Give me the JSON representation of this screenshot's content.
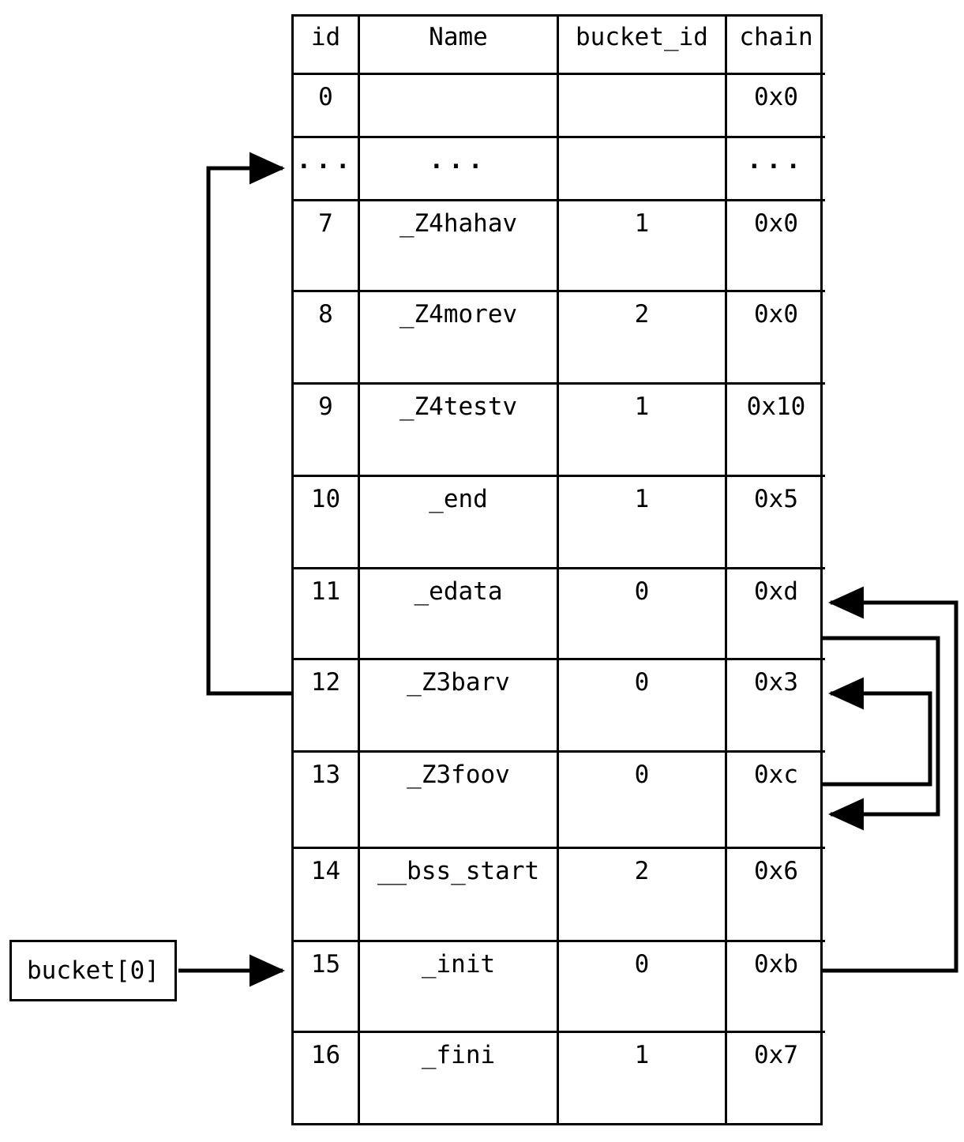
{
  "diagram": {
    "title_hidden": "ELF hash table symbol chain diagram",
    "stroke_color": "#000000",
    "background_color": "#ffffff"
  },
  "bucket": {
    "label": "bucket[0]"
  },
  "table": {
    "columns": [
      "id",
      "Name",
      "bucket_id",
      "chain"
    ],
    "rows": [
      {
        "id": "0",
        "name": "",
        "bucket_id": "",
        "chain": "0x0"
      },
      {
        "id": "...",
        "name": "...",
        "bucket_id": "",
        "chain": "..."
      },
      {
        "id": "7",
        "name": "_Z4hahav",
        "bucket_id": "1",
        "chain": "0x0"
      },
      {
        "id": "8",
        "name": "_Z4morev",
        "bucket_id": "2",
        "chain": "0x0"
      },
      {
        "id": "9",
        "name": "_Z4testv",
        "bucket_id": "1",
        "chain": "0x10"
      },
      {
        "id": "10",
        "name": "_end",
        "bucket_id": "1",
        "chain": "0x5"
      },
      {
        "id": "11",
        "name": "_edata",
        "bucket_id": "0",
        "chain": "0xd"
      },
      {
        "id": "12",
        "name": "_Z3barv",
        "bucket_id": "0",
        "chain": "0x3"
      },
      {
        "id": "13",
        "name": "_Z3foov",
        "bucket_id": "0",
        "chain": "0xc"
      },
      {
        "id": "14",
        "name": "__bss_start",
        "bucket_id": "2",
        "chain": "0x6"
      },
      {
        "id": "15",
        "name": "_init",
        "bucket_id": "0",
        "chain": "0xb"
      },
      {
        "id": "16",
        "name": "_fini",
        "bucket_id": "1",
        "chain": "0x7"
      }
    ]
  },
  "arrows": [
    {
      "name": "bucket-to-row-15",
      "from": "bucket[0]",
      "to": "id 15"
    },
    {
      "name": "row-15-to-row-11",
      "from": "chain 0xb (id 15)",
      "to": "id 11"
    },
    {
      "name": "row-11-to-row-13",
      "from": "chain 0xd (id 11)",
      "to": "id 13"
    },
    {
      "name": "row-13-to-row-12",
      "from": "chain 0xc (id 13)",
      "to": "id 12"
    },
    {
      "name": "row-12-to-ellipsis",
      "from": "id 12 (left)",
      "to": "ellipsis row"
    }
  ]
}
